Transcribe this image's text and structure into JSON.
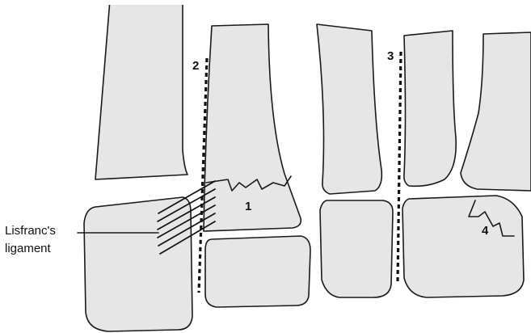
{
  "labels": {
    "ligament_line1": "Lisfranc's",
    "ligament_line2": "ligament",
    "marker_1": "1",
    "marker_2": "2",
    "marker_3": "3",
    "marker_4": "4"
  },
  "colors": {
    "bone_fill": "#e6e6e6",
    "outline": "#1a1a1a",
    "background": "#ffffff"
  }
}
